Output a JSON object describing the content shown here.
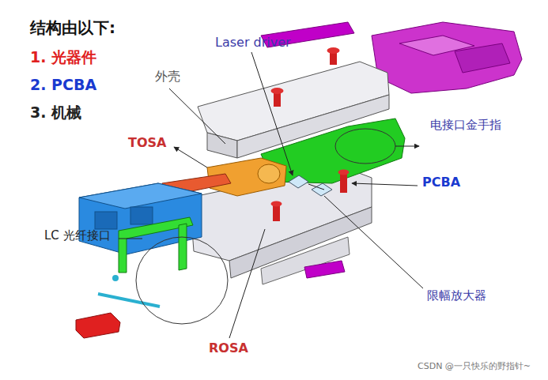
{
  "diagram": {
    "title": "结构由以下:",
    "labels": [
      "1. 光器件",
      "2. PCBA",
      "3. 机械",
      "Laser driver",
      "外壳",
      "TOSA",
      "电接口金手指",
      "PCBA",
      "LC 光纤接口",
      "限幅放大器",
      "ROSA",
      "CSDN @一只快乐的野指针~"
    ]
  }
}
